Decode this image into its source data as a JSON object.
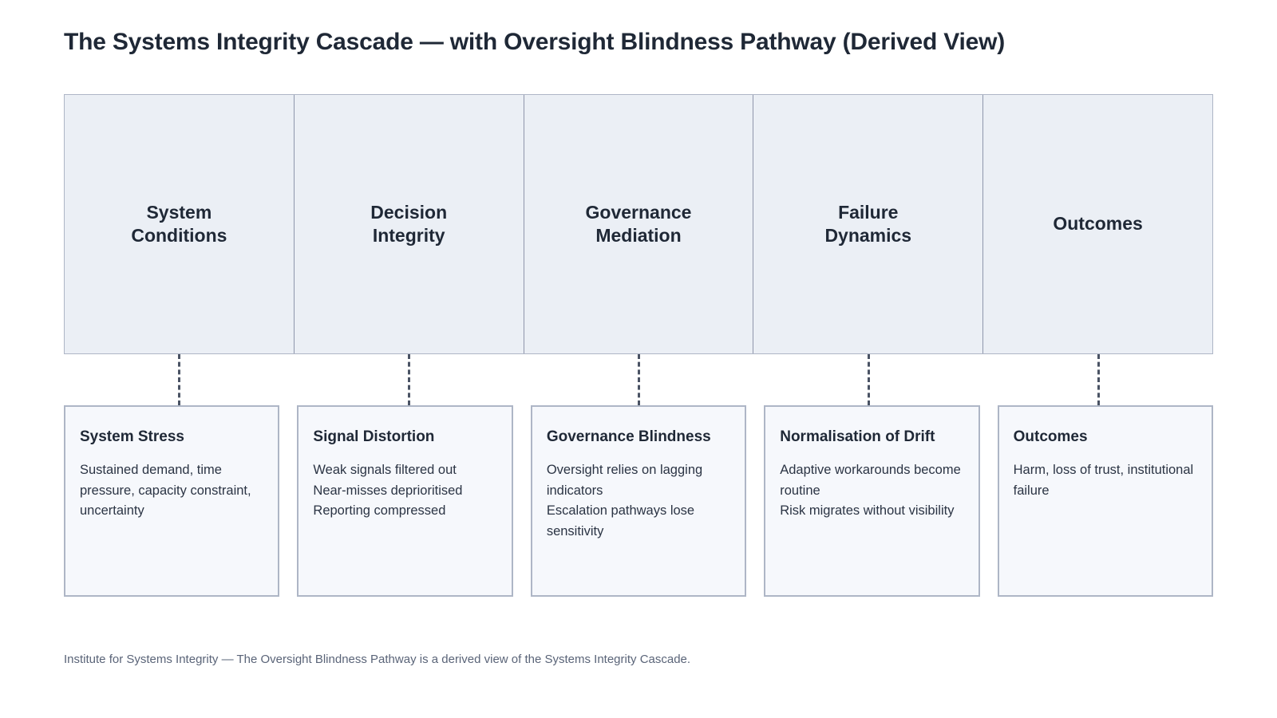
{
  "page": {
    "title": "The Systems Integrity Cascade — with Oversight Blindness Pathway (Derived View)",
    "footer": "Institute for Systems Integrity — The Oversight Blindness Pathway is a derived view of the Systems Integrity Cascade.",
    "colors": {
      "background": "#ffffff",
      "stage_fill": "#ebeff5",
      "stage_border": "#8e96ab",
      "card_fill": "#f6f8fc",
      "card_border": "#aeb6c6",
      "connector": "#4a5364",
      "heading_text": "#1f2836",
      "body_text": "#2b3444",
      "footer_text": "#5a6478"
    }
  },
  "stages": [
    {
      "label": "System Conditions"
    },
    {
      "label": "Decision Integrity"
    },
    {
      "label": "Governance Mediation"
    },
    {
      "label": "Failure Dynamics"
    },
    {
      "label": "Outcomes"
    }
  ],
  "cards": [
    {
      "title": "System Stress",
      "lines": [
        "Sustained demand, time pressure, capacity constraint,",
        "uncertainty"
      ]
    },
    {
      "title": "Signal Distortion",
      "lines": [
        "Weak signals filtered out",
        "Near-misses deprioritised",
        "Reporting compressed"
      ]
    },
    {
      "title": "Governance Blindness",
      "lines": [
        "Oversight relies on lagging indicators",
        "Escalation pathways lose sensitivity"
      ]
    },
    {
      "title": "Normalisation of Drift",
      "lines": [
        "Adaptive workarounds become routine",
        "Risk migrates without visibility"
      ]
    },
    {
      "title": "Outcomes",
      "lines": [
        "Harm, loss of trust, institutional failure"
      ]
    }
  ]
}
